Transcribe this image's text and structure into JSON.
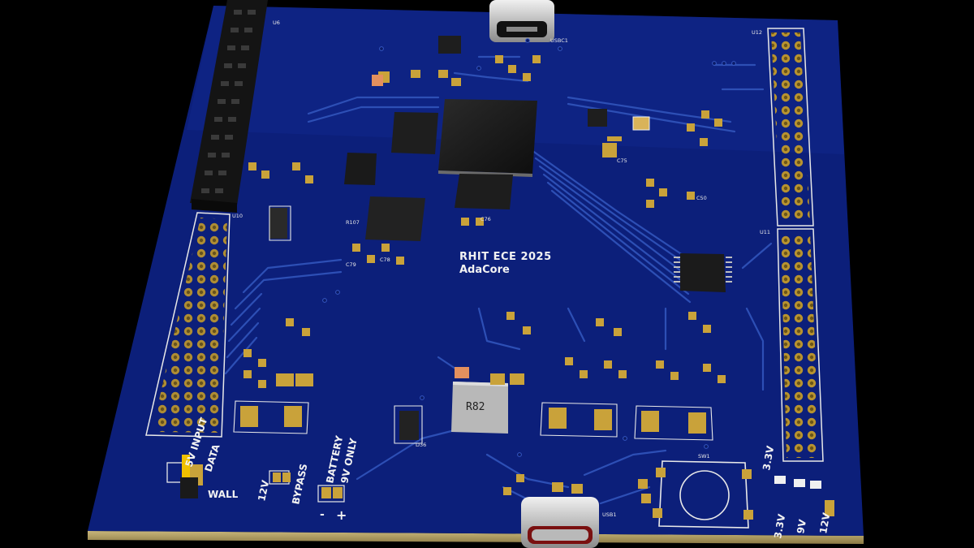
{
  "board": {
    "title_line1": "RHIT ECE 2025",
    "title_line2": "AdaCore",
    "inductor_label": "R82",
    "colors": {
      "background": "#000000",
      "solder_mask": "#0c1f7a",
      "copper_trace": "#2d4fb5",
      "pad_gold": "#c9a23a",
      "silkscreen": "#f2f2f2",
      "ic_body": "#1b1b1b",
      "header_plastic": "#151515",
      "board_edge": "#b9a66a"
    }
  },
  "power_labels": {
    "5v_input": "5V INPUT",
    "data": "DATA",
    "wall": "WALL",
    "v12": "12V",
    "bypass": "BYPASS",
    "battery": "BATTERY",
    "v9_only": "9V ONLY",
    "minus": "-",
    "plus": "+",
    "v3_3_top": "3.3V",
    "v3_3_bottom": "3.3V",
    "v9": "9V",
    "v12_right": "12V"
  },
  "refdes": {
    "usb_top": "USBC1",
    "usb_bottom": "USB1",
    "switch": "SW1",
    "header_left": "U10",
    "header_right_top": "U12",
    "header_right_bottom": "U11",
    "header_top_left": "U6",
    "c76": "C76",
    "c75": "C75",
    "c50": "C50",
    "d36": "D36",
    "r107": "R107",
    "c79": "C79",
    "c78": "C78"
  },
  "icons": [
    "usb-c-connector-icon",
    "pushbutton-switch-icon",
    "jumper-icon"
  ]
}
